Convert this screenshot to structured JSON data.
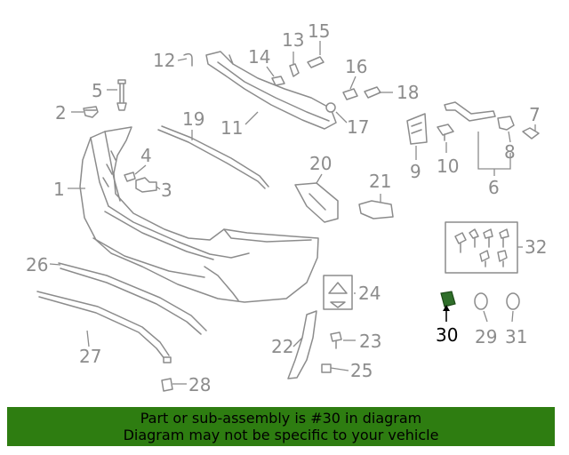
{
  "callouts": {
    "c1": "1",
    "c2": "2",
    "c3": "3",
    "c4": "4",
    "c5": "5",
    "c6": "6",
    "c7": "7",
    "c8": "8",
    "c9": "9",
    "c10": "10",
    "c11": "11",
    "c12": "12",
    "c13": "13",
    "c14": "14",
    "c15": "15",
    "c16": "16",
    "c17": "17",
    "c18": "18",
    "c19": "19",
    "c20": "20",
    "c21": "21",
    "c22": "22",
    "c23": "23",
    "c24": "24",
    "c25": "25",
    "c26": "26",
    "c27": "27",
    "c28": "28",
    "c29": "29",
    "c30": "30",
    "c31": "31",
    "c32": "32"
  },
  "highlight": {
    "part_number": "30",
    "color": "#2f6e2a"
  },
  "banner": {
    "line1": "Part or sub-assembly is #30 in diagram",
    "line2": "Diagram may not be specific to your vehicle",
    "background": "#2e7d11"
  },
  "colors": {
    "line_art": "#8c8c8c",
    "callout_text": "#8c8c8c"
  }
}
